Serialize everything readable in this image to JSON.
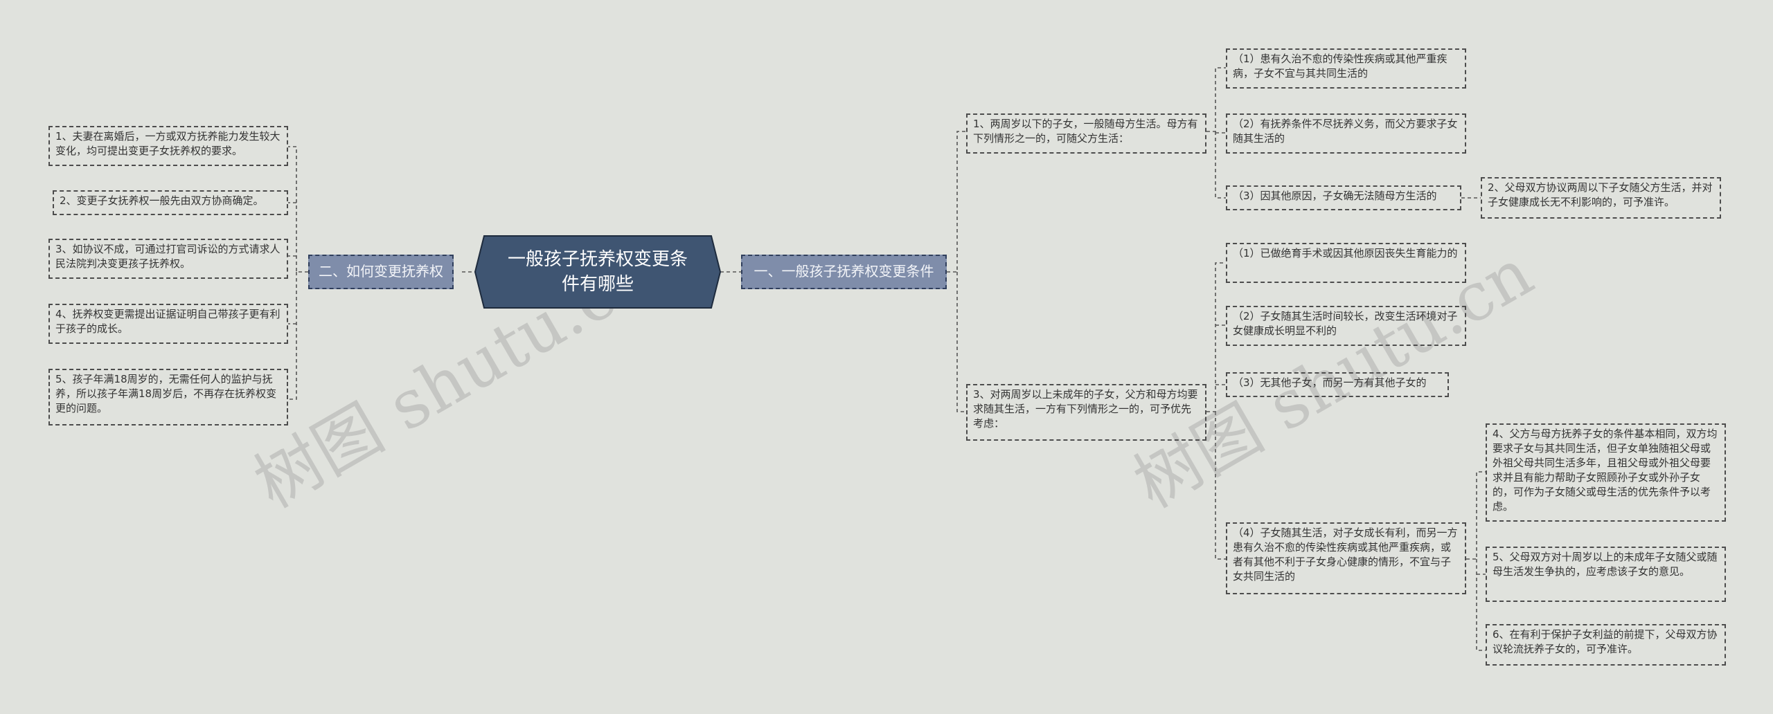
{
  "root": {
    "title": "一般孩子抚养权变更条件有哪些"
  },
  "left_branch": {
    "label": "二、如何变更抚养权",
    "items": [
      "1、夫妻在离婚后，一方或双方抚养能力发生较大变化，均可提出变更子女抚养权的要求。",
      "2、变更子女抚养权一般先由双方协商确定。",
      "3、如协议不成，可通过打官司诉讼的方式请求人民法院判决变更孩子抚养权。",
      "4、抚养权变更需提出证据证明自己带孩子更有利于孩子的成长。",
      "5、孩子年满18周岁的，无需任何人的监护与抚养，所以孩子年满18周岁后，不再存在抚养权变更的问题。"
    ]
  },
  "right_branch": {
    "label": "一、一般孩子抚养权变更条件",
    "group1": {
      "text": "1、两周岁以下的子女，一般随母方生活。母方有下列情形之一的，可随父方生活：",
      "items": [
        "（1）患有久治不愈的传染性疾病或其他严重疾病，子女不宜与其共同生活的",
        "（2）有抚养条件不尽抚养义务，而父方要求子女随其生活的",
        "（3）因其他原因，子女确无法随母方生活的"
      ],
      "extra": "2、父母双方协议两周以下子女随父方生活，并对子女健康成长无不利影响的，可予准许。"
    },
    "group3": {
      "text": "3、对两周岁以上未成年的子女，父方和母方均要求随其生活，一方有下列情形之一的，可予优先考虑：",
      "items": [
        "（1）已做绝育手术或因其他原因丧失生育能力的",
        "（2）子女随其生活时间较长，改变生活环境对子女健康成长明显不利的",
        "（3）无其他子女，而另一方有其他子女的",
        "（4）子女随其生活，对子女成长有利，而另一方患有久治不愈的传染性疾病或其他严重疾病，或者有其他不利于子女身心健康的情形，不宜与子女共同生活的"
      ],
      "extras": [
        "4、父方与母方抚养子女的条件基本相同，双方均要求子女与其共同生活，但子女单独随祖父母或外祖父母共同生活多年，且祖父母或外祖父母要求并且有能力帮助子女照顾孙子女或外孙子女的，可作为子女随父或母生活的优先条件予以考虑。",
        "5、父母双方对十周岁以上的未成年子女随父或随母生活发生争执的，应考虑该子女的意见。",
        "6、在有利于保护子女利益的前提下，父母双方协议轮流抚养子女的，可予准许。"
      ]
    }
  },
  "watermarks": [
    "树图 shutu.cn",
    "树图 shutu.cn"
  ],
  "colors": {
    "root": "#3f5572",
    "branch": "#7f8daa",
    "background": "#e0e2dd"
  }
}
